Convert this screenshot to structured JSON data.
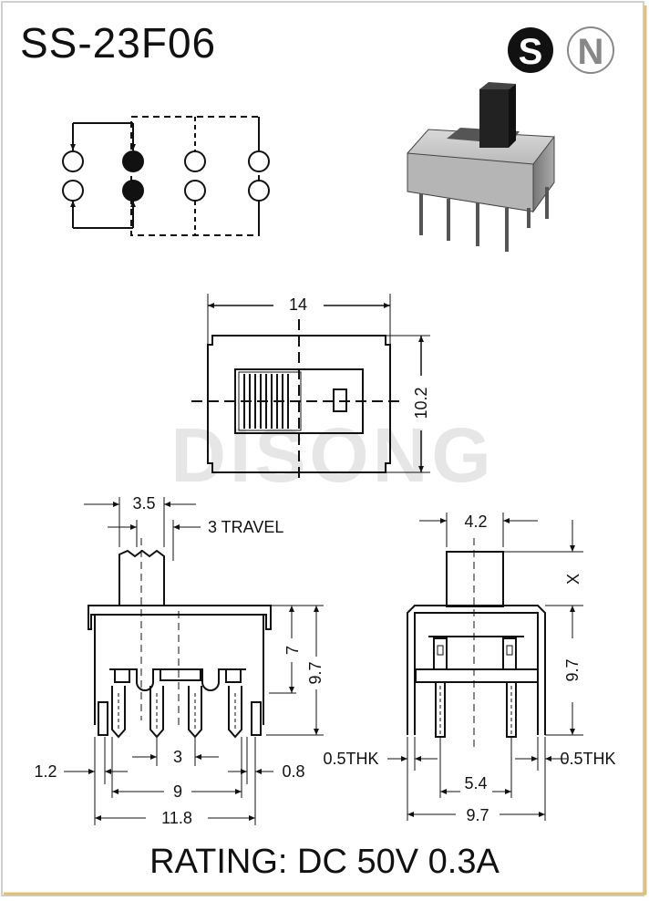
{
  "title": "SS-23F06",
  "logo": {
    "letter_s": "S",
    "letter_n": "N"
  },
  "watermark": "DISONG",
  "dims": {
    "top_width": "14",
    "top_height": "10.2",
    "lever_width": "3.5",
    "travel": "3 TRAVEL",
    "body_height_7": "7",
    "side_height": "9.7",
    "pin_width": "1.2",
    "pitch": "3",
    "pin_thk": "0.8",
    "span_9": "9",
    "total_width": "11.8",
    "lever_4_2": "4.2",
    "x_label": "X",
    "end_height": "9.7",
    "thk_left": "0.5THK",
    "thk_right": "0.5THK",
    "pitch_5_4": "5.4",
    "end_width": "9.7"
  },
  "rating": "RATING: DC 50V 0.3A"
}
